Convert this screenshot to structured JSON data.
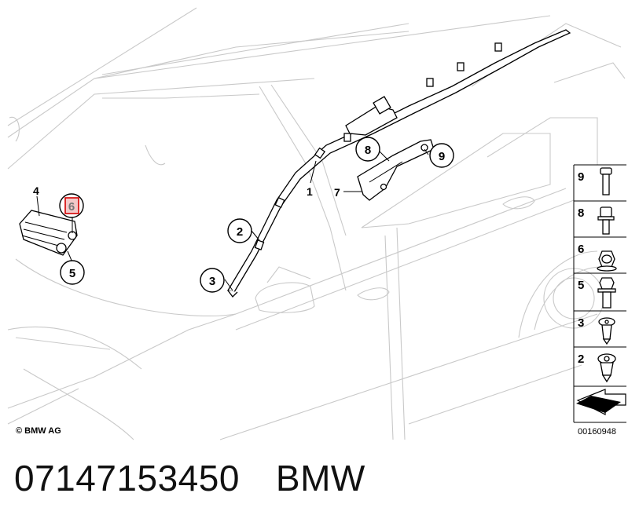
{
  "diagram": {
    "callouts": {
      "c1": "1",
      "c2": "2",
      "c3": "3",
      "c4": "4",
      "c5": "5",
      "c6": "6",
      "c7": "7",
      "c8": "8",
      "c9": "9"
    },
    "highlight_color": "#d40000",
    "copyright": "© BMW AG",
    "diagram_id": "00160948"
  },
  "legend": {
    "items": [
      "9",
      "8",
      "6",
      "5",
      "3",
      "2"
    ]
  },
  "caption": {
    "part_number": "07147153450",
    "brand": "BMW"
  }
}
